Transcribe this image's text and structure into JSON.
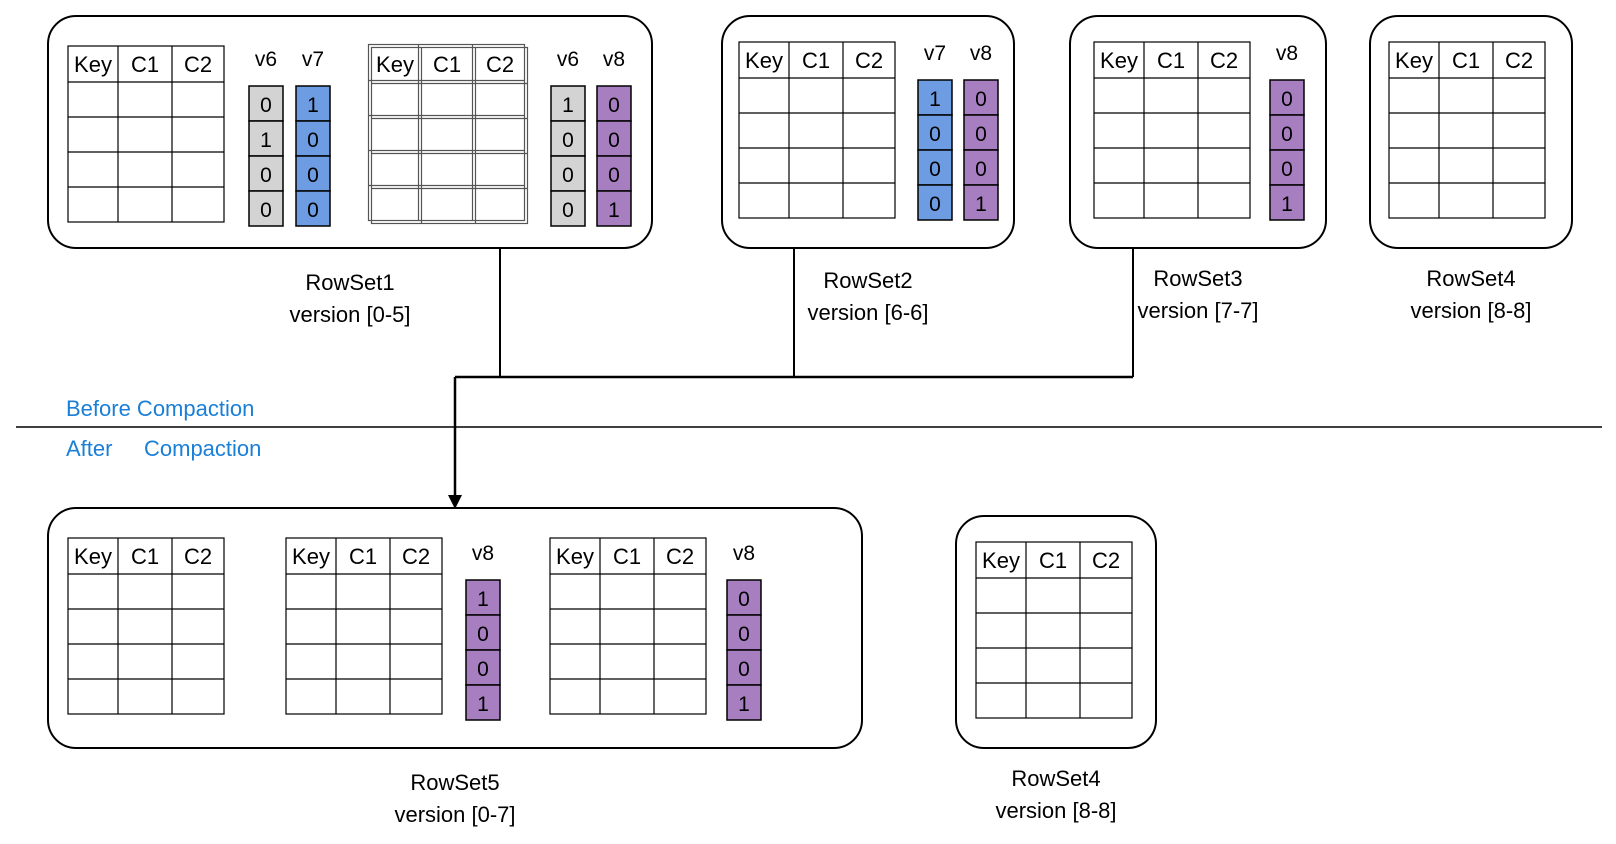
{
  "colors": {
    "gray": "#d3d3d3",
    "blue": "#6e9ce2",
    "purple": "#a77fc0",
    "phase_text": "#1a7fd6"
  },
  "table_header": [
    "Key",
    "C1",
    "C2"
  ],
  "phase_labels": {
    "before": "Before Compaction",
    "after_word1": "After",
    "after_word2": "Compaction"
  },
  "rowsets_before": [
    {
      "id": "rowset1",
      "name": "RowSet1",
      "version": "version [0-5]",
      "tables": [
        {
          "style": "single",
          "bitmaps": [
            {
              "label": "v6",
              "color": "gray",
              "bits": [
                "0",
                "1",
                "0",
                "0"
              ]
            },
            {
              "label": "v7",
              "color": "blue",
              "bits": [
                "1",
                "0",
                "0",
                "0"
              ]
            }
          ]
        },
        {
          "style": "double",
          "bitmaps": [
            {
              "label": "v6",
              "color": "gray",
              "bits": [
                "1",
                "0",
                "0",
                "0"
              ]
            },
            {
              "label": "v8",
              "color": "purple",
              "bits": [
                "0",
                "0",
                "0",
                "1"
              ]
            }
          ]
        }
      ]
    },
    {
      "id": "rowset2",
      "name": "RowSet2",
      "version": "version [6-6]",
      "tables": [
        {
          "style": "single",
          "bitmaps": [
            {
              "label": "v7",
              "color": "blue",
              "bits": [
                "1",
                "0",
                "0",
                "0"
              ]
            },
            {
              "label": "v8",
              "color": "purple",
              "bits": [
                "0",
                "0",
                "0",
                "1"
              ]
            }
          ]
        }
      ]
    },
    {
      "id": "rowset3",
      "name": "RowSet3",
      "version": "version [7-7]",
      "tables": [
        {
          "style": "single",
          "bitmaps": [
            {
              "label": "v8",
              "color": "purple",
              "bits": [
                "0",
                "0",
                "0",
                "1"
              ]
            }
          ]
        }
      ]
    },
    {
      "id": "rowset4-before",
      "name": "RowSet4",
      "version": "version [8-8]",
      "tables": [
        {
          "style": "single",
          "bitmaps": []
        }
      ]
    }
  ],
  "rowsets_after": [
    {
      "id": "rowset5",
      "name": "RowSet5",
      "version": "version [0-7]",
      "tables": [
        {
          "style": "single",
          "bitmaps": []
        },
        {
          "style": "single",
          "bitmaps": [
            {
              "label": "v8",
              "color": "purple",
              "bits": [
                "1",
                "0",
                "0",
                "1"
              ]
            }
          ]
        },
        {
          "style": "single",
          "bitmaps": [
            {
              "label": "v8",
              "color": "purple",
              "bits": [
                "0",
                "0",
                "0",
                "1"
              ]
            }
          ]
        }
      ]
    },
    {
      "id": "rowset4-after",
      "name": "RowSet4",
      "version": "version [8-8]",
      "tables": [
        {
          "style": "single",
          "bitmaps": []
        }
      ]
    }
  ]
}
